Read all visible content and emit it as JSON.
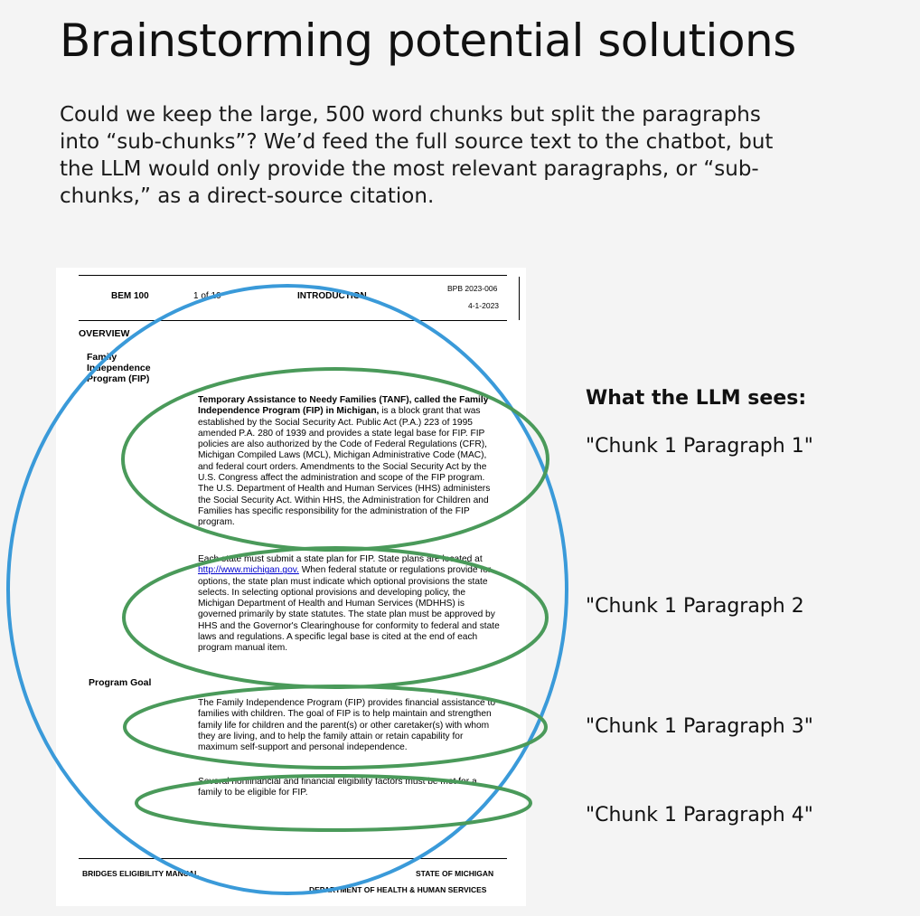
{
  "slide": {
    "title": "Brainstorming potential solutions",
    "body": "Could we keep the large, 500 word chunks but split the paragraphs into “sub-chunks”? We’d feed the full source text to the chatbot, but the LLM would only provide the most relevant paragraphs, or “sub-chunks,” as a direct-source citation."
  },
  "document": {
    "header": {
      "code": "BEM 100",
      "page": "1 of 10",
      "section": "INTRODUCTION",
      "bulletin": "BPB 2023-006",
      "date": "4-1-2023"
    },
    "overview_heading": "OVERVIEW",
    "fip_label": "Family Independence Program (FIP)",
    "p1_bold": "Temporary Assistance to Needy Families (TANF), called the Family Independence Program (FIP) in Michigan,",
    "p1_rest": " is a block grant that was established by the Social Security Act. Public Act (P.A.) 223 of 1995 amended P.A. 280 of 1939 and provides a state legal base for FIP. FIP policies are also authorized by the Code of Federal Regulations (CFR), Michigan Compiled Laws (MCL), Michigan Administrative Code (MAC), and federal court orders. Amendments to the Social Security Act by the U.S. Congress affect the administration and scope of the FIP program. The U.S. Department of Health and Human Services (HHS) administers the Social Security Act. Within HHS, the Administration for Children and Families has specific responsibility for the administration of the FIP program.",
    "p2_start": "Each state must submit a state plan for FIP. State plans are located at ",
    "p2_link": "http://www.michigan.gov.",
    "p2_rest": " When federal statute or regulations provide for options, the state plan must indicate which optional provisions the state selects. In selecting optional provisions and developing policy, the Michigan Department of Health and Human Services (MDHHS) is governed primarily by state statutes. The state plan must be approved by HHS and the Governor's Clearinghouse for conformity to federal and state laws and regulations. A specific legal base is cited at the end of each program manual item.",
    "program_goal_label": "Program Goal",
    "p3": "The Family Independence Program (FIP) provides financial assistance to families with children. The goal of FIP is to help maintain and strengthen family life for children and the parent(s) or other caretaker(s) with whom they are living, and to help the family attain or retain capability for maximum self-support and personal independence.",
    "p4": "Several nonfinancial and financial eligibility factors must be met for a family to be eligible for FIP.",
    "footer": {
      "left": "BRIDGES ELIGIBILITY MANUAL",
      "right1": "STATE OF MICHIGAN",
      "right2": "DEPARTMENT OF HEALTH & HUMAN SERVICES"
    }
  },
  "llm_panel": {
    "heading": "What the LLM sees:",
    "items": [
      "\"Chunk 1 Paragraph 1\"",
      "\"Chunk 1 Paragraph 2",
      "\"Chunk 1 Paragraph 3\"",
      "\"Chunk 1 Paragraph 4\""
    ]
  },
  "colors": {
    "chunk_ellipse": "#3a9ad9",
    "subchunk_ellipse": "#4a9a5a"
  }
}
